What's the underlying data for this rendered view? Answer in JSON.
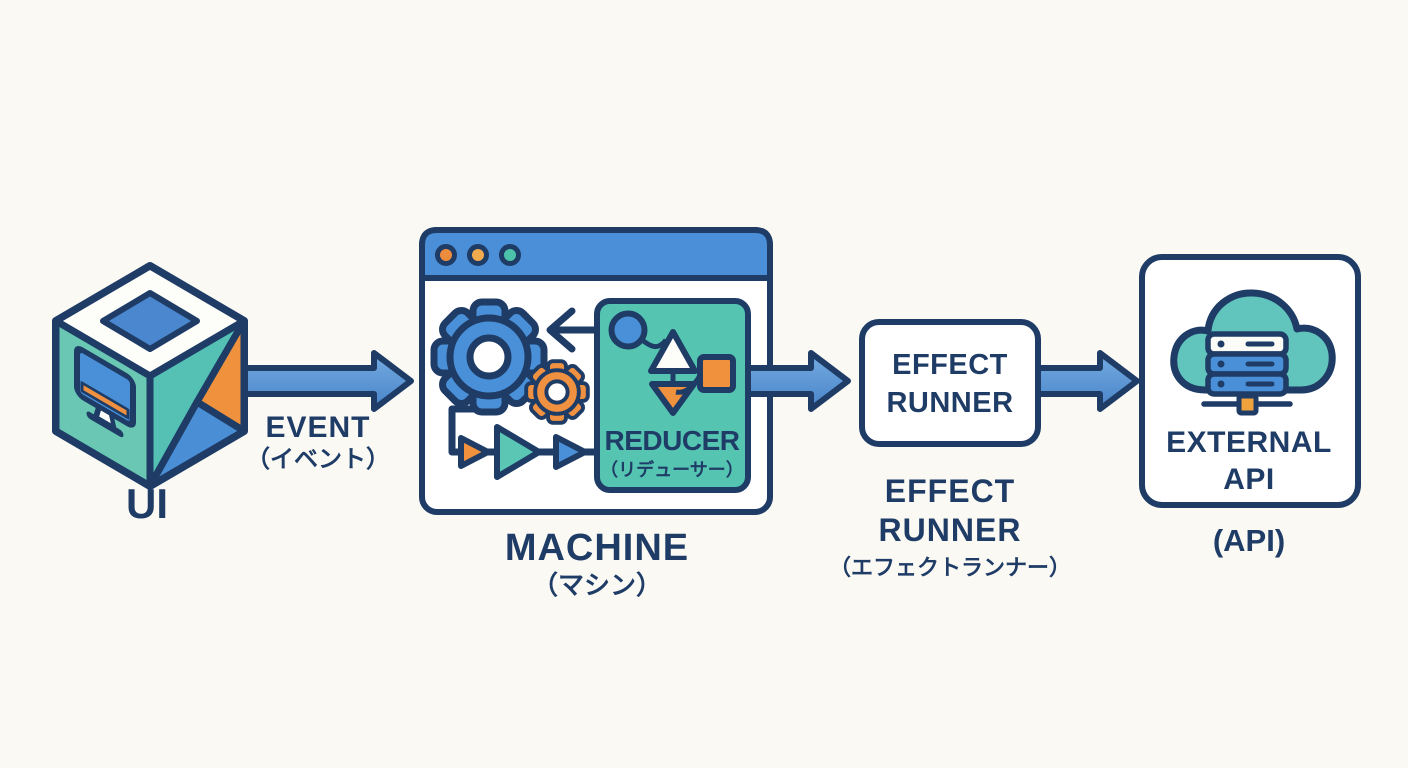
{
  "colors": {
    "background": "#faf9f4",
    "outline_navy": "#1e3c66",
    "blue": "#4a90d8",
    "teal": "#57c5b3",
    "orange": "#f0923d",
    "amber": "#f3ab4d",
    "title_bar_blue": "#4a8fd7",
    "cloud_teal": "#62c5bd"
  },
  "icons": {
    "ui": "isometric-cube-with-monitor-icon",
    "machine": "browser-window-with-gears-icon",
    "reducer": "flowchart-shapes-icon",
    "external_api": "cloud-server-icon"
  },
  "nodes": {
    "ui": {
      "caption": "UI"
    },
    "machine": {
      "caption": "MACHINE",
      "caption_ja": "（マシン）",
      "reducer": {
        "label": "REDUCER",
        "label_ja": "（リデューサー）"
      }
    },
    "effect_runner": {
      "box_label_line1": "EFFECT",
      "box_label_line2": "RUNNER",
      "caption_line1": "EFFECT",
      "caption_line2": "RUNNER",
      "caption_ja": "（エフェクトランナー）"
    },
    "external_api": {
      "caption_line1": "EXTERNAL",
      "caption_line2": "API",
      "caption_ja": "(API)"
    }
  },
  "edges": {
    "ui_to_machine": {
      "label": "EVENT",
      "label_ja": "（イベント）"
    }
  }
}
